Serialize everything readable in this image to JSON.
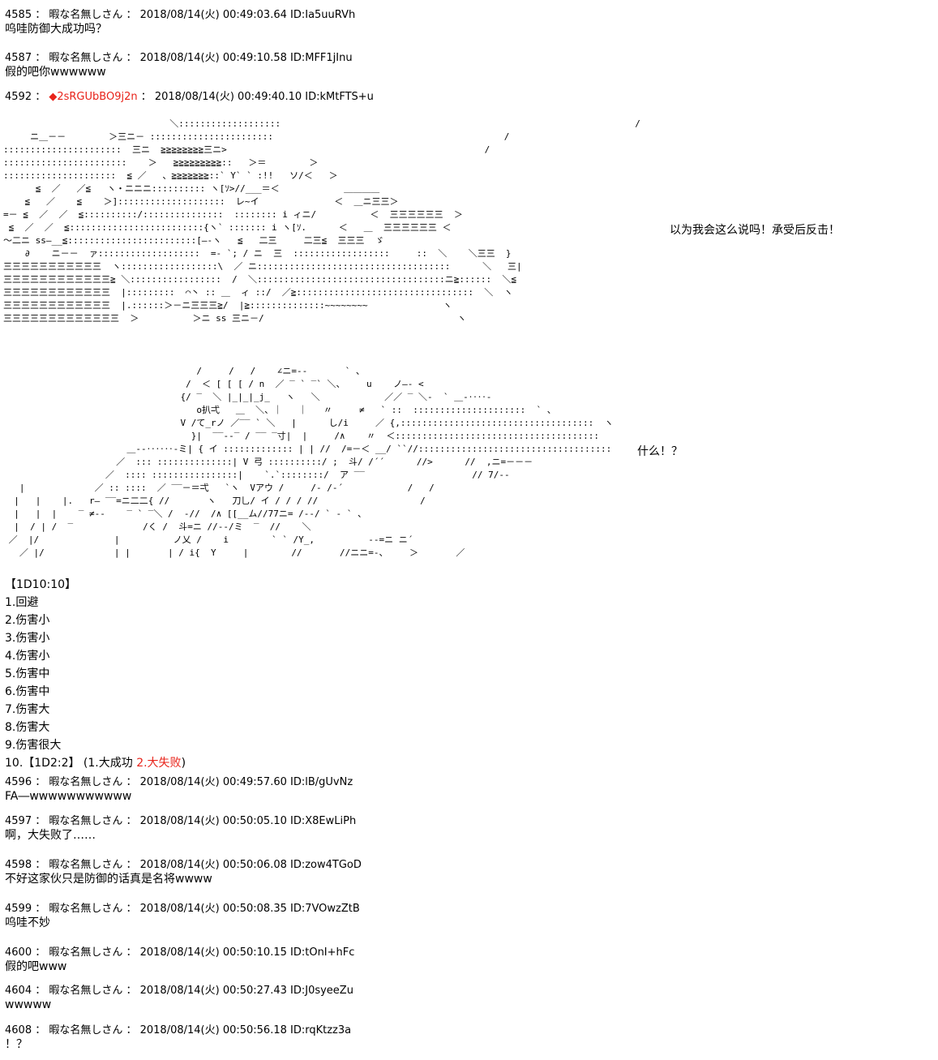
{
  "posts_top": [
    {
      "header": "4585 ： 暇な名無しさん ： 2018/08/14(火) 00:49:03.64 ID:Ia5uuRVh",
      "body": "呜哇防御大成功吗？"
    },
    {
      "header": "4587 ： 暇な名無しさん ： 2018/08/14(火) 00:49:10.58 ID:MFF1jInu",
      "body": "假的吧你wwwwww"
    }
  ],
  "op_post": {
    "number": "4592 ： ",
    "tripcode": "◆2sRGUbBO9j2n",
    "rest": " ： 2018/08/14(火) 00:49:40.10 ID:kMtFTS+u"
  },
  "art1": {
    "ascii": "                               ＼:::::::::::::::::::                                                                  /\n     ニ＿－－        ＞三ニ－ :::::::::::::::::::::::                                           /\n::::::::::::::::::::::  三ニ  ≧≧≧≧≧≧≧≧三ニ>                                                /\n:::::::::::::::::::::::    ＞   ≧≧≧≧≧≧≧≧≧::   ＞＝        ＞\n:::::::::::::::::::::  ≦ ／   、≧≧≧≧≧≧≧::` Y` ` :!!   ソ/＜   ＞\n      ≦  ／   ／≦   ヽ・ニニニ:::::::::: ヽ[ｿ>//___＝＜            ＿＿＿＿\n    ≦   ／    ≦    ＞]::::::::::::::::::::  レ~イ              ＜  ＿ニ三三＞\n=－ ≦  ／  ／  ≦::::::::::/:::::::::::::::  :::::::: i ィニ/          ＜  三三三三三三  ＞\n ≦  ／  ／  ≦:::::::::::::::::::::::::{ヽ` ::::::: i ヽ[ｿ.      ＜   ＿  三三三三三三 ＜\n～二ニ ss―__≦::::::::::::::::::::::::[―-ヽ   ≦   二三     二三≦  三三三  ゞ\n    ∂    ニ－－  ァ:::::::::::::::::::  =- `; / ニ  三  ::::::::::::::::::     ::  ＼    ＼三三  }\n三三三三三三三三三三三  ヽ::::::::::::::::::\\  ／ ニ::::::::::::::::::::::::::::::::::::      ＼   三|\n三三三三三三三三三三三三≧ ＼:::::::::::::::::  /  ＼:::::::::::::::::::::::::::::::::::ニ≧::::::  ＼≦\n三三三三三三三三三三三三  |:::::::::  ⌒丶 :: ＿  ィ ::/  ／≧:::::::::::::::::::::::::::::::::  ＼  ヽ\n三三三三三三三三三三三三  |.::::::＞－ニ三三三≧/  |≧::::::::::::::~~~~~~~~              ヽ\n三三三三三三三三三三三三三  ＞          ＞ニ ss 三ニ－/                                    ヽ"
  },
  "art1_side": "以为我会这么说吗！承受后反击！",
  "art2": {
    "ascii": "                                    /     /   /    ∠ニ=--       ` 、\n                                  /  ＜ [ [ [ / n  ／ ‾ ` ‾` ＼、    u    ノ―‐ <\n                                 {/ ‾  ＼ |_|_|_j_   ヽ   ＼            ／／ ‾ ＼-  ` ＿-‥‥‐\n                                    o扒弌   ＿  ＼、｜   ｜   〃     ≠   ` ::  :::::::::::::::::::::  ` 、\n                                 V /て_rノ ／‾‾ ` ＼   |      し/i     ／ {,::::::::::::::::::::::::::::::::::::  ヽ\n                                   }|  ‾‾-‐‾ / ‾‾ ‾寸|  |     /∧    〃  ＜::::::::::::::::::::::::::::::::::::::\n                       ＿--‥‥‥-ミ| { イ ::::::::::::: | | //  /=－＜ __/ ``//::::::::::::::::::::::::::::::::::::\n                     ／  ::: ::::::::::::::| V 弓 ::::::::::/ ;  斗/ /´´      //>      //  ,ニ=－－－\n                   ／  :::: ::::::::::::::::|    `.`::::::::/  ア ‾‾                    // 7/‐‐\n   |             ／ :: ::::  ／ ‾‾－＝弌   `ヽ  Vアウ /     /‐ /‐´            /   /\n  |   |    |.   r― ‾‾=ニ二二{ //       ヽ   刀乚/ イ / / / //                   /\n  |   |  |    ‾ ≠‐‐    ‾ ` ‾＼ /  ‐//  /∧ [[__ム//77ニ= /‐‐/ ` ‐ ` 、\n  |  / | /  ‾             /く /  斗=ニ //‐‐/ミ  ‾  //    ＼\n ／  |/              |          ノ乂 /    i        ` ` /Y_,          ‐‐=ニ ニ´\n   ／ |/             | |       | / i{  Y     |        //       //ニニ=-、    ＞       ／"
  },
  "art2_side": "什么！？",
  "dice": {
    "header": "【1D10:10】",
    "options": [
      "1.回避",
      "2.伤害小",
      "3.伤害小",
      "4.伤害小",
      "5.伤害中",
      "6.伤害中",
      "7.伤害大",
      "8.伤害大",
      "9.伤害很大"
    ],
    "last_prefix": "10.【1D2:2】 (1.大成功 ",
    "last_red": "2.大失败",
    "last_suffix": ")"
  },
  "posts_bottom": [
    {
      "header": "4596 ： 暇な名無しさん ： 2018/08/14(火) 00:49:57.60 ID:lB/gUvNz",
      "body": "FA―wwwwwwwwwww"
    },
    {
      "header": "4597 ： 暇な名無しさん ： 2018/08/14(火) 00:50:05.10 ID:X8EwLiPh",
      "body": "啊，大失败了……"
    },
    {
      "header": "4598 ： 暇な名無しさん ： 2018/08/14(火) 00:50:06.08 ID:zow4TGoD",
      "body": "不好这家伙只是防御的话真是名将wwww"
    },
    {
      "header": "4599 ： 暇な名無しさん ： 2018/08/14(火) 00:50:08.35 ID:7VOwzZtB",
      "body": "呜哇不妙"
    },
    {
      "header": "4600 ： 暇な名無しさん ： 2018/08/14(火) 00:50:10.15 ID:tOnI+hFc",
      "body": "假的吧www"
    },
    {
      "header": "4604 ： 暇な名無しさん ： 2018/08/14(火) 00:50:27.43 ID:J0syeeZu",
      "body": "wwwww"
    },
    {
      "header": "4608 ： 暇な名無しさん ： 2018/08/14(火) 00:50:56.18 ID:rqKtzz3a",
      "body": "！？"
    }
  ]
}
